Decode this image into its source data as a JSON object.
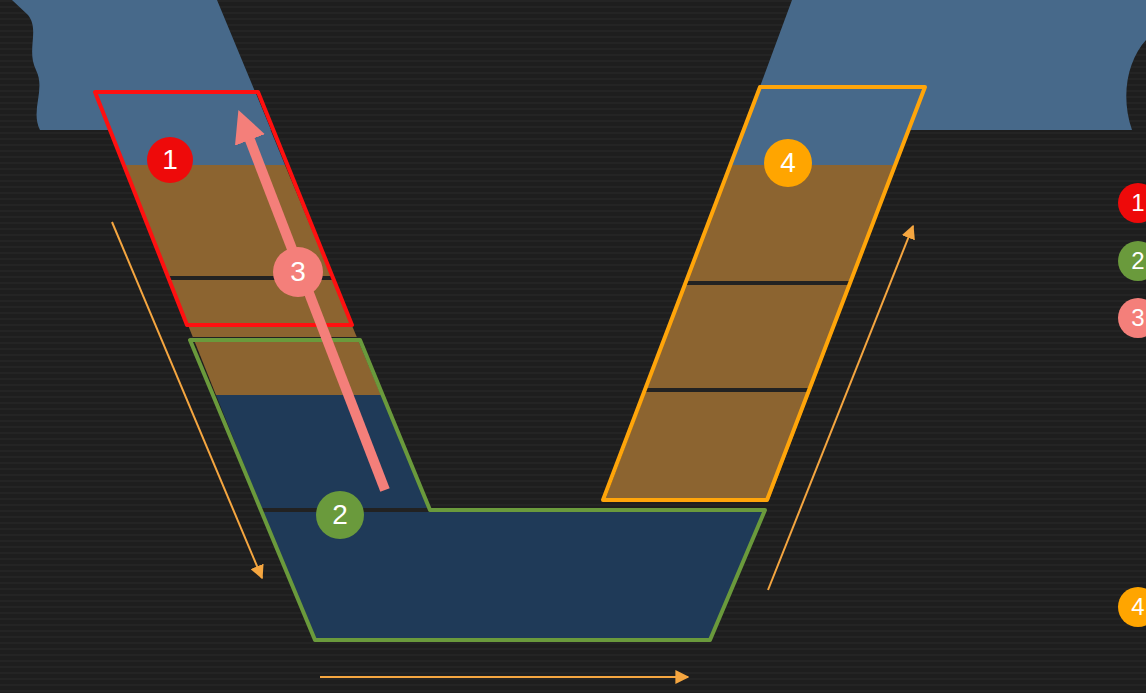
{
  "diagram": {
    "labels": [
      "1",
      "2",
      "3",
      "4",
      "1",
      "2",
      "3",
      "4"
    ]
  }
}
